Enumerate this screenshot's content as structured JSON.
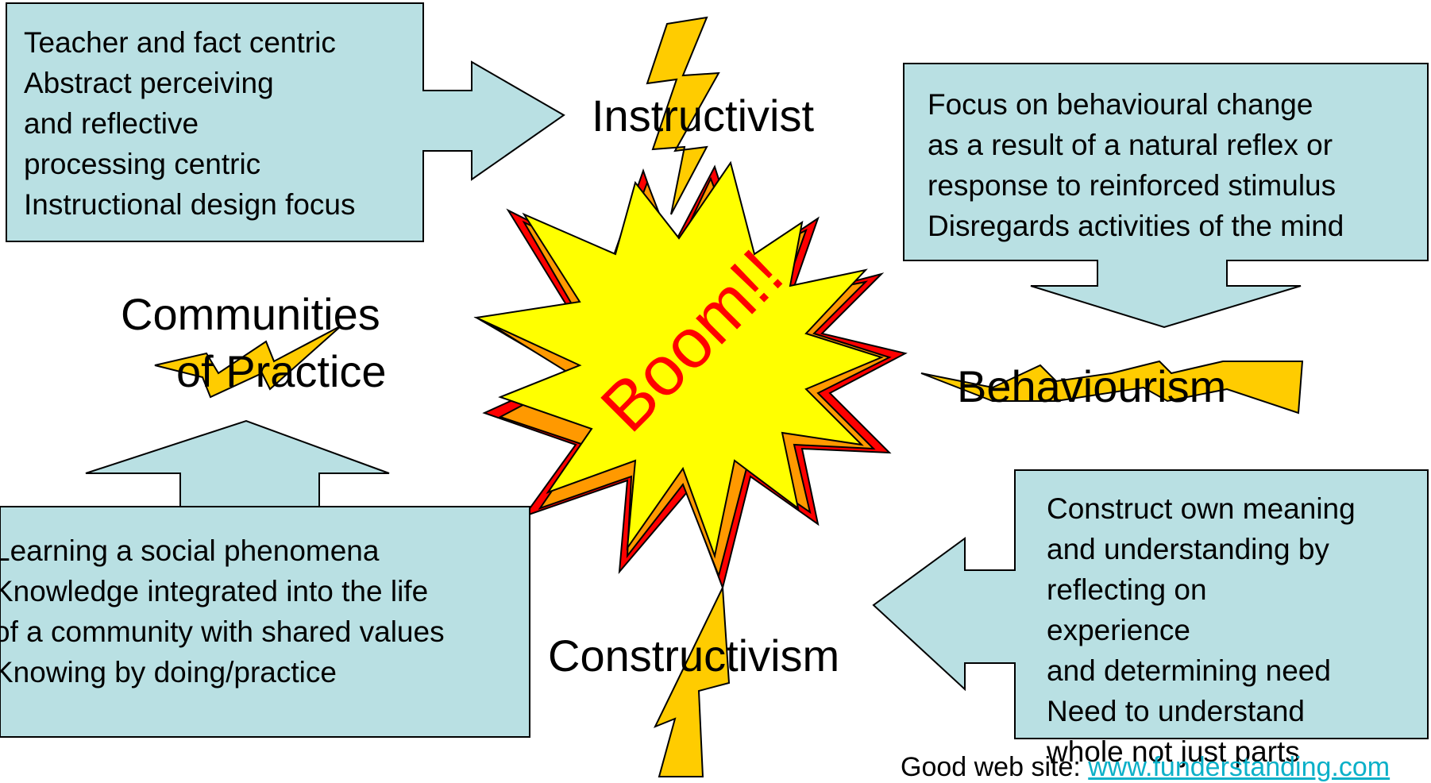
{
  "explosion": {
    "text": "Boom!!"
  },
  "labels": {
    "instructivist": "Instructivist",
    "behaviourism": "Behaviourism",
    "constructivism": "Constructivism",
    "communities_line1": "Communities",
    "communities_line2": "of Practice"
  },
  "boxes": {
    "instructivist": [
      "Teacher and fact centric",
      "Abstract perceiving",
      "and reflective",
      "processing centric",
      "Instructional design focus"
    ],
    "behaviourism": [
      "Focus on behavioural change",
      "as a result of a natural reflex or",
      "response to reinforced stimulus",
      "Disregards activities of the mind"
    ],
    "constructivism": [
      "Construct own meaning",
      "and understanding by",
      "reflecting on",
      "experience",
      "and determining need",
      "Need to understand",
      "whole not just parts"
    ],
    "communities": [
      "Learning a social phenomena",
      "Knowledge integrated into the life",
      "of a community with shared values",
      "Knowing by doing/practice"
    ]
  },
  "footer": {
    "prefix": "Good web site: ",
    "link": "www.funderstanding.com"
  },
  "colors": {
    "box_fill": "#b9e0e3",
    "lightning": "#ffcc00",
    "explosion_center": "#ffff00",
    "explosion_mid": "#ff9900",
    "explosion_back": "#ff0000",
    "boom_text": "#ff0000",
    "link": "#0bb0c8"
  }
}
